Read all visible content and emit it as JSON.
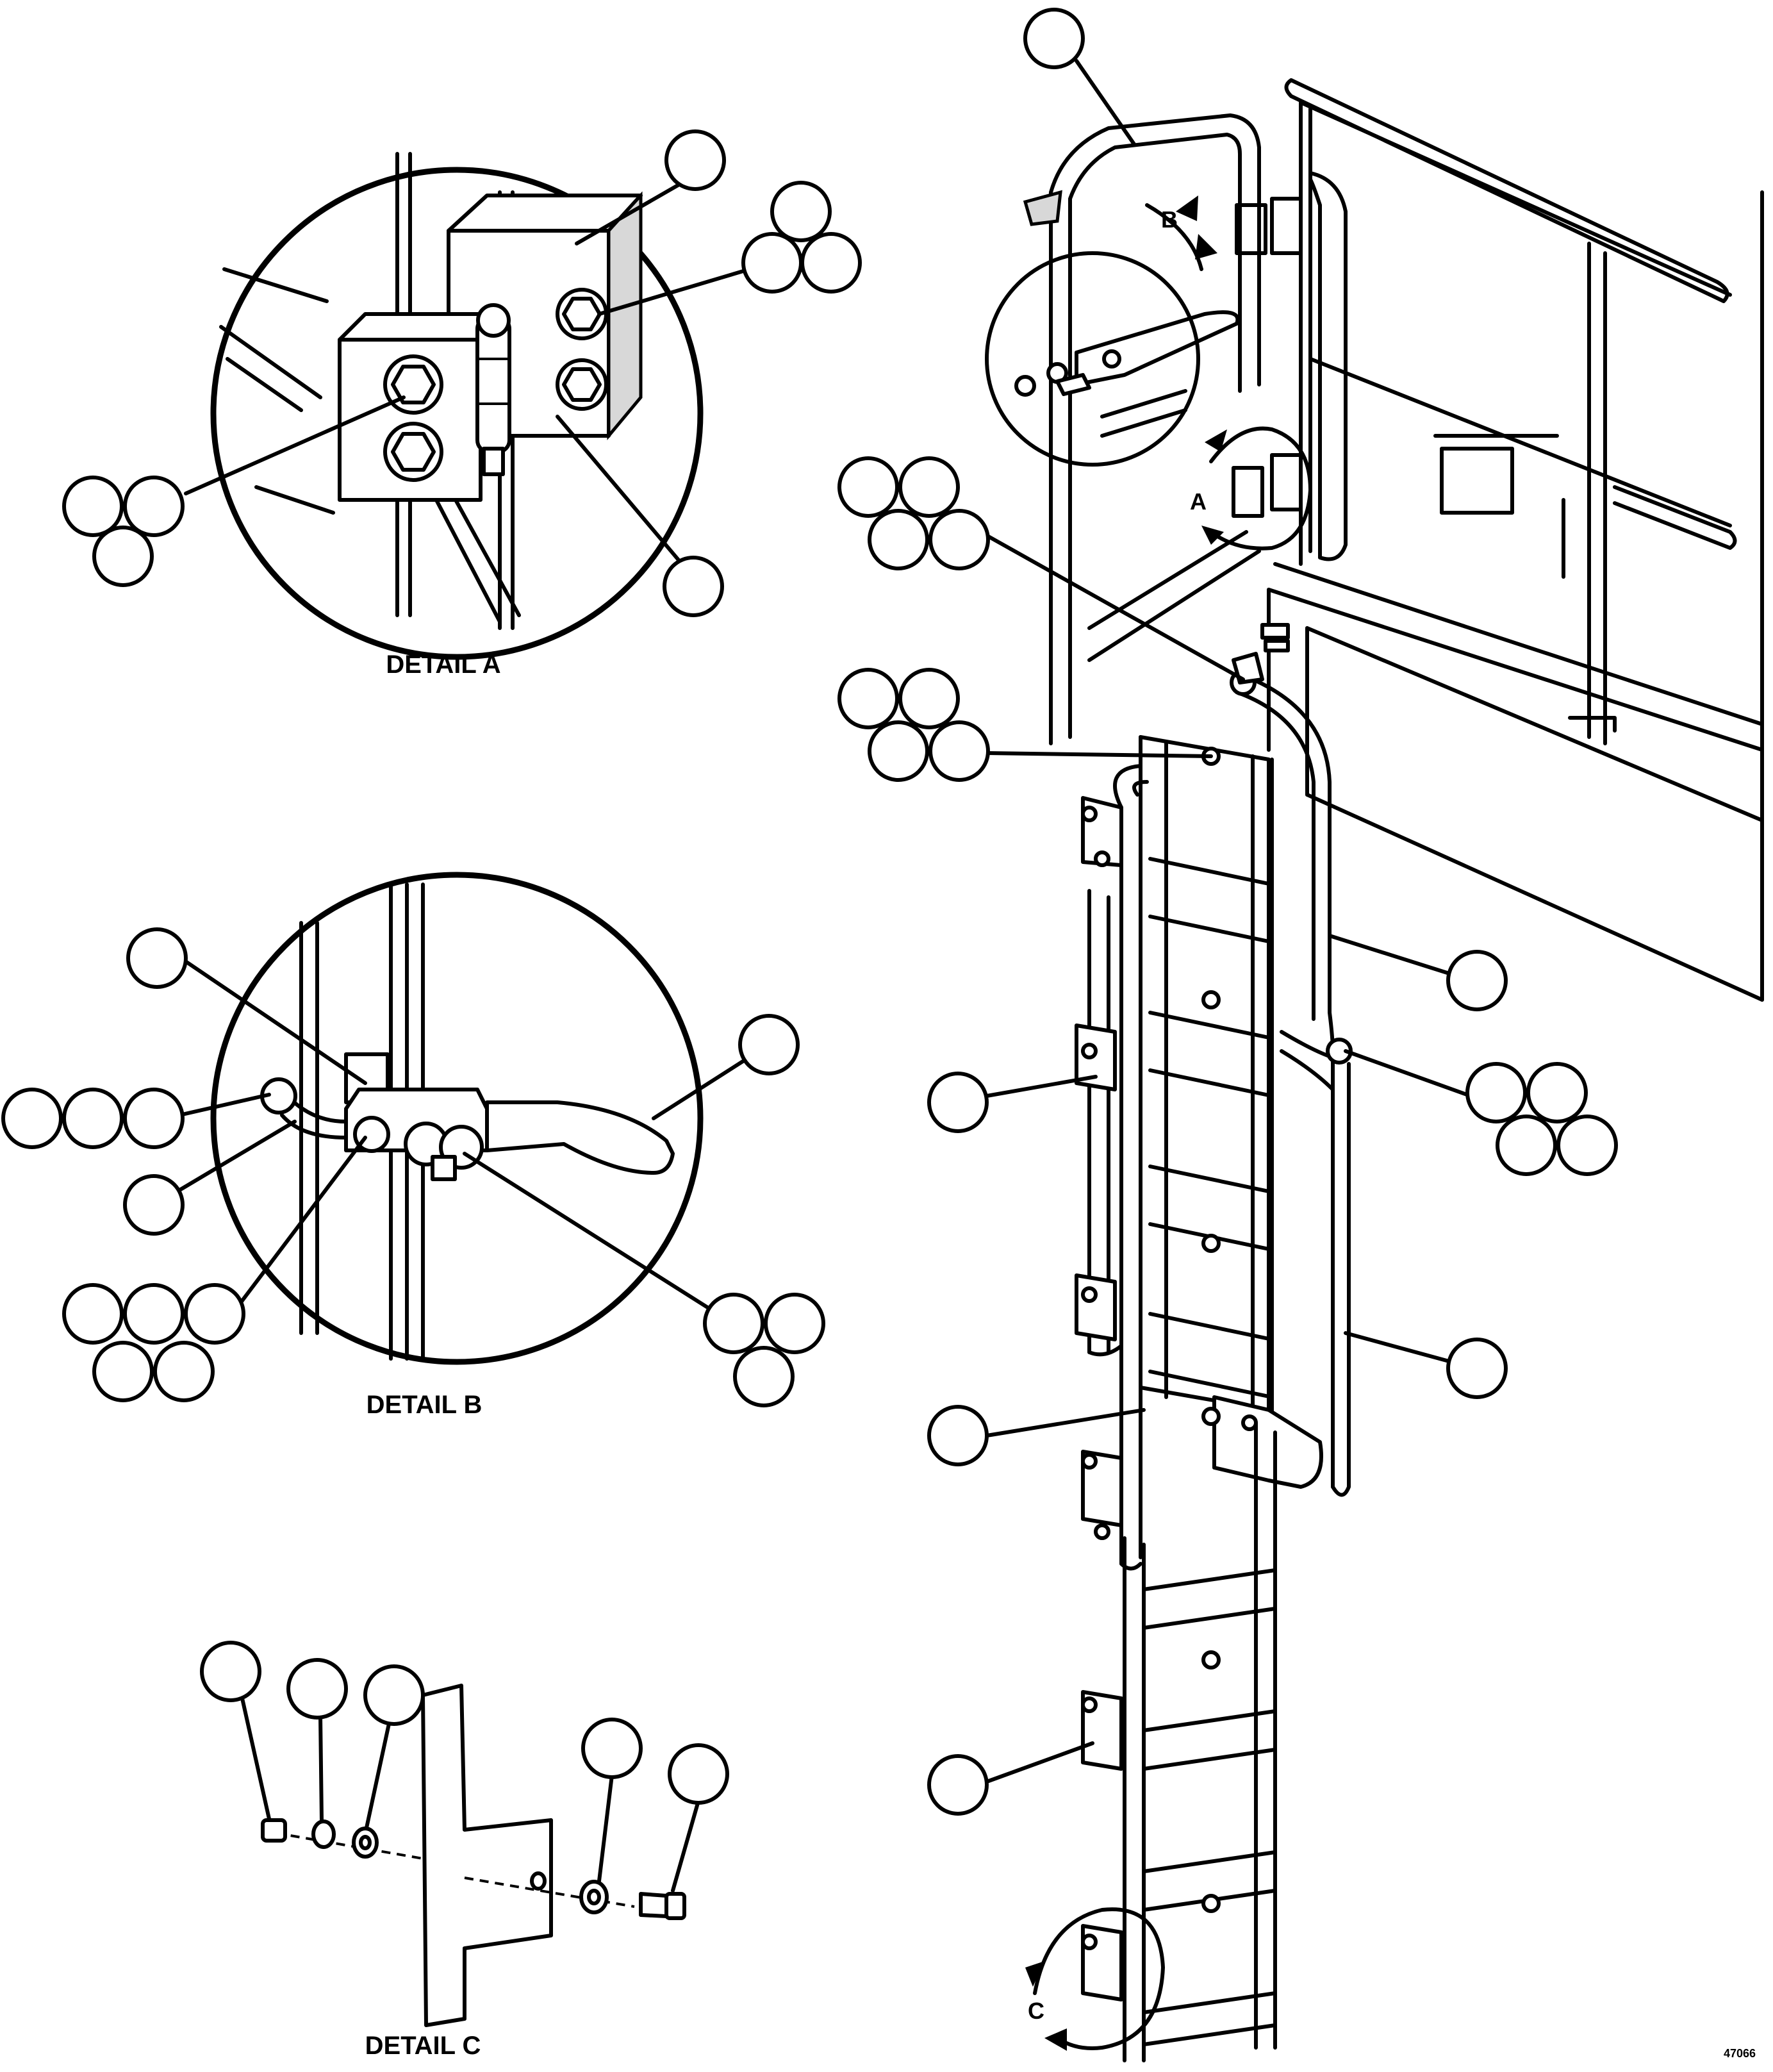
{
  "labels": {
    "detail_a": "DETAIL A",
    "detail_b": "DETAIL B",
    "detail_c": "DETAIL C",
    "view_a": "A",
    "view_b": "B",
    "view_c": "C",
    "drawing_no": "47066"
  },
  "colors": {
    "line": "#000000",
    "background": "#ffffff",
    "shade": "#d8d8d8"
  }
}
